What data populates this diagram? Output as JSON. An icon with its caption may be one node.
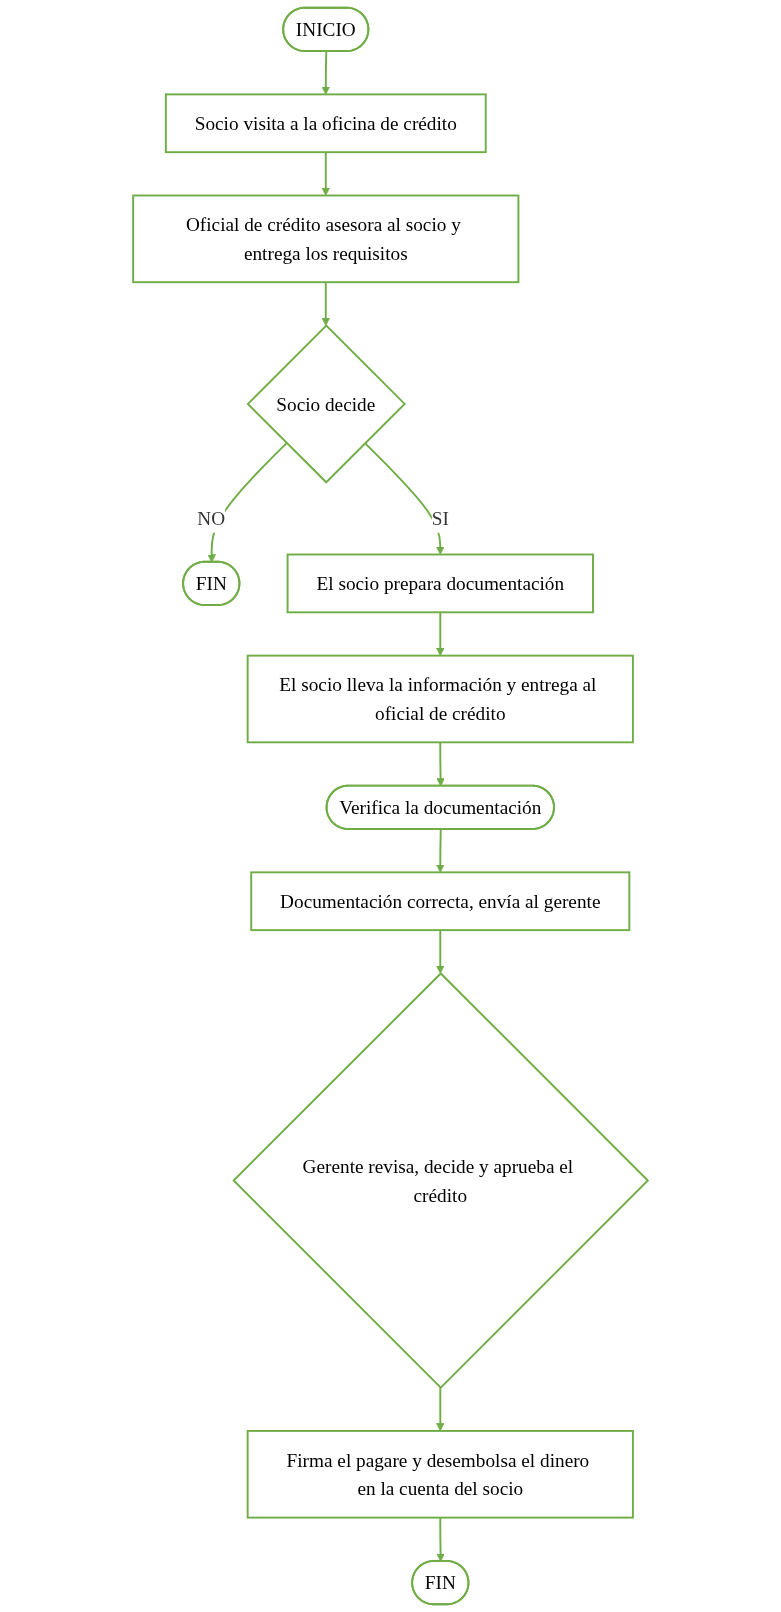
{
  "diagram": {
    "nodes": [
      {
        "text": [
          "INICIO"
        ]
      },
      {
        "text": [
          "Socio visita a la oficina de crédito"
        ]
      },
      {
        "text": [
          "Oficial de crédito asesora al socio y entrega los requisitos"
        ]
      },
      {
        "text": [
          "Socio decide"
        ]
      },
      {
        "text": [
          "FIN"
        ]
      },
      {
        "text": [
          "El socio prepara documentación"
        ]
      },
      {
        "text": [
          "El socio lleva la información y entrega al oficial de crédito"
        ]
      },
      {
        "text": [
          "Verifica la documentación"
        ]
      },
      {
        "text": [
          "Documentación correcta, envía al gerente"
        ]
      },
      {
        "text": [
          "Gerente revisa, decide y aprueba el crédito"
        ]
      },
      {
        "text": [
          "Firma el pagare y desembolsa el dinero en la cuenta del socio"
        ]
      },
      {
        "text": [
          "FIN"
        ]
      }
    ],
    "edges": [
      {
        "from": 0,
        "to": 1,
        "arrow": "to"
      },
      {
        "from": 1,
        "to": 2,
        "arrow": "to"
      },
      {
        "from": 2,
        "to": 3,
        "arrow": "to"
      },
      {
        "from": 3,
        "to": 4,
        "arrow": "to",
        "label": "NO"
      },
      {
        "from": 3,
        "to": 5,
        "arrow": "to",
        "label": "SI"
      },
      {
        "from": 5,
        "to": 6,
        "arrow": "to"
      },
      {
        "from": 6,
        "to": 7,
        "arrow": "to"
      },
      {
        "from": 7,
        "to": 8,
        "arrow": "to"
      },
      {
        "from": 8,
        "to": 9,
        "arrow": "to"
      },
      {
        "from": 9,
        "to": 10,
        "arrow": "to"
      },
      {
        "from": 10,
        "to": 11,
        "arrow": "to"
      }
    ]
  }
}
